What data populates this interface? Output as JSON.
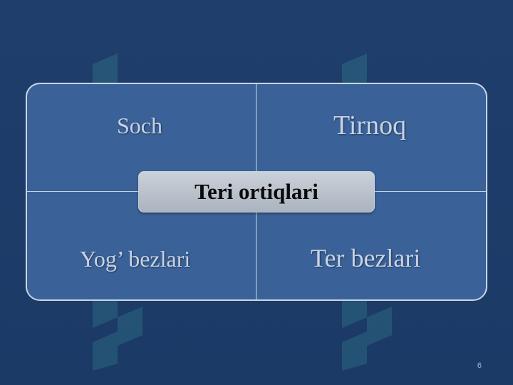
{
  "diagram": {
    "center_label": "Teri ortiqlari",
    "quadrants": {
      "top_left": "Soch",
      "top_right": "Tirnoq",
      "bottom_left": "Yog’ bezlari",
      "bottom_right": "Ter bezlari"
    }
  },
  "slide": {
    "page_number": "6"
  },
  "colors": {
    "background": "#1d3a66",
    "quadrant_fill": "#3a6299",
    "border": "#c9d6e6",
    "quadrant_text": "#c8d2e3",
    "center_fill": "#b8c0cb",
    "center_text": "#0b0b0b",
    "watermark": "#3fa9a8"
  },
  "watermark": {
    "icon": "logo-watermark-icon"
  }
}
